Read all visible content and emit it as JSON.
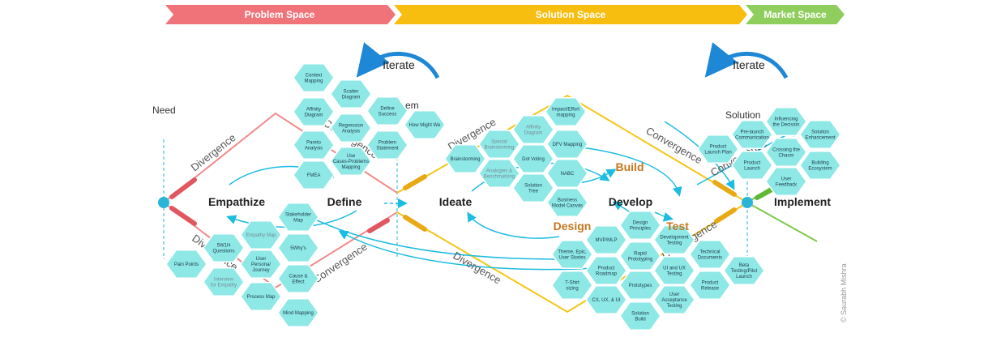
{
  "banners": {
    "problem": "Problem Space",
    "solution": "Solution Space",
    "market": "Market Space"
  },
  "colors": {
    "problem": "#f0737a",
    "solution": "#f7bd0f",
    "market": "#8fce5c",
    "hex_fill": "#8de8e6",
    "arrow": "#1bbde0",
    "line_red": "#f28b8b",
    "line_yellow": "#f5c518",
    "line_green": "#7ccb4a"
  },
  "top_labels": {
    "need": "Need",
    "solution": "Solution",
    "iterate_left": "Iterate",
    "iterate_right": "Iterate",
    "problem_partial": "em",
    "copyright": "© Saurabh Mishra"
  },
  "phases": {
    "empathize": "Empathize",
    "define": "Define",
    "ideate": "Ideate",
    "develop": "Develop",
    "implement": "Implement",
    "build": "Build",
    "design": "Design",
    "test": "Test"
  },
  "slants": {
    "divergence_1": "Divergence",
    "divergence_2": "Divergence",
    "divergence_3": "Divergence",
    "divergence_4": "Divergence",
    "convergence_1": "Convergence",
    "convergence_2": "Convergence",
    "convergence_3": "Convergence",
    "convergence_4": "Convergence",
    "convergence_5": "Convergence"
  },
  "hexes": [
    {
      "label": "Context Mapping"
    },
    {
      "label": "Scatter Diagram"
    },
    {
      "label": "Affinity Diagram"
    },
    {
      "label": "Define Success"
    },
    {
      "label": "How Might We"
    },
    {
      "label": "Regression Analysis"
    },
    {
      "label": "Pareto Analysis"
    },
    {
      "label": "Problem Statement"
    },
    {
      "label": "Use Cases-Problems Mapping"
    },
    {
      "label": "FMEA"
    },
    {
      "label": "Impact/Effort mapping"
    },
    {
      "label": "Affinity Diagram"
    },
    {
      "label": "DFV Mapping"
    },
    {
      "label": "Special Brainstorming"
    },
    {
      "label": "Brainstorming"
    },
    {
      "label": "Dot Voting"
    },
    {
      "label": "Analogies & Benchmarking"
    },
    {
      "label": "NABC"
    },
    {
      "label": "Solution Tree"
    },
    {
      "label": "Business Model Canvas"
    },
    {
      "label": "Influencing the Decision"
    },
    {
      "label": "Pre-launch Communication"
    },
    {
      "label": "Solution Enhancement"
    },
    {
      "label": "Product Launch Plan"
    },
    {
      "label": "Crossing the Chasm"
    },
    {
      "label": "Product Launch"
    },
    {
      "label": "Building Ecosystem"
    },
    {
      "label": "User Feedback"
    },
    {
      "label": "Stakeholder Map"
    },
    {
      "label": "Empathy Map"
    },
    {
      "label": "5W1H Questions"
    },
    {
      "label": "5Why's"
    },
    {
      "label": "Pain Points"
    },
    {
      "label": "User Persona/ Journey"
    },
    {
      "label": "Interview for Empathy"
    },
    {
      "label": "Cause & Effect"
    },
    {
      "label": "Process Map"
    },
    {
      "label": "Mind Mapping"
    },
    {
      "label": "Design Principles"
    },
    {
      "label": "MVP/MLP"
    },
    {
      "label": "Development Testing"
    },
    {
      "label": "Theme, Epic, User Stories"
    },
    {
      "label": "Rapid Prototyping"
    },
    {
      "label": "Technical Documents"
    },
    {
      "label": "Product Roadmap"
    },
    {
      "label": "UI and UX Testing"
    },
    {
      "label": "Beta Testing/Pilot Launch"
    },
    {
      "label": "T-Shirt sizing"
    },
    {
      "label": "Prototypes"
    },
    {
      "label": "Product Release"
    },
    {
      "label": "CX, UX, & UI"
    },
    {
      "label": "User Acceptance Testing"
    },
    {
      "label": "Solution Build"
    }
  ]
}
